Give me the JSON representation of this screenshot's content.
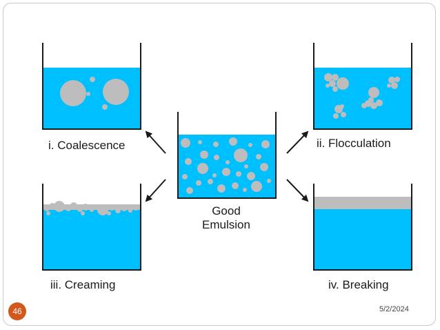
{
  "colors": {
    "water": "#00BFFF",
    "droplet": "#BDBDBD",
    "container": "#1a1a1a",
    "badge": "#D2581B"
  },
  "labels": {
    "coalescence": "i. Coalescence",
    "flocculation": "ii. Flocculation",
    "creaming": "iii. Creaming",
    "breaking": "iv. Breaking",
    "center_line1": "Good",
    "center_line2": "Emulsion"
  },
  "footer": {
    "page_number": "46",
    "date": "5/2/2024"
  }
}
